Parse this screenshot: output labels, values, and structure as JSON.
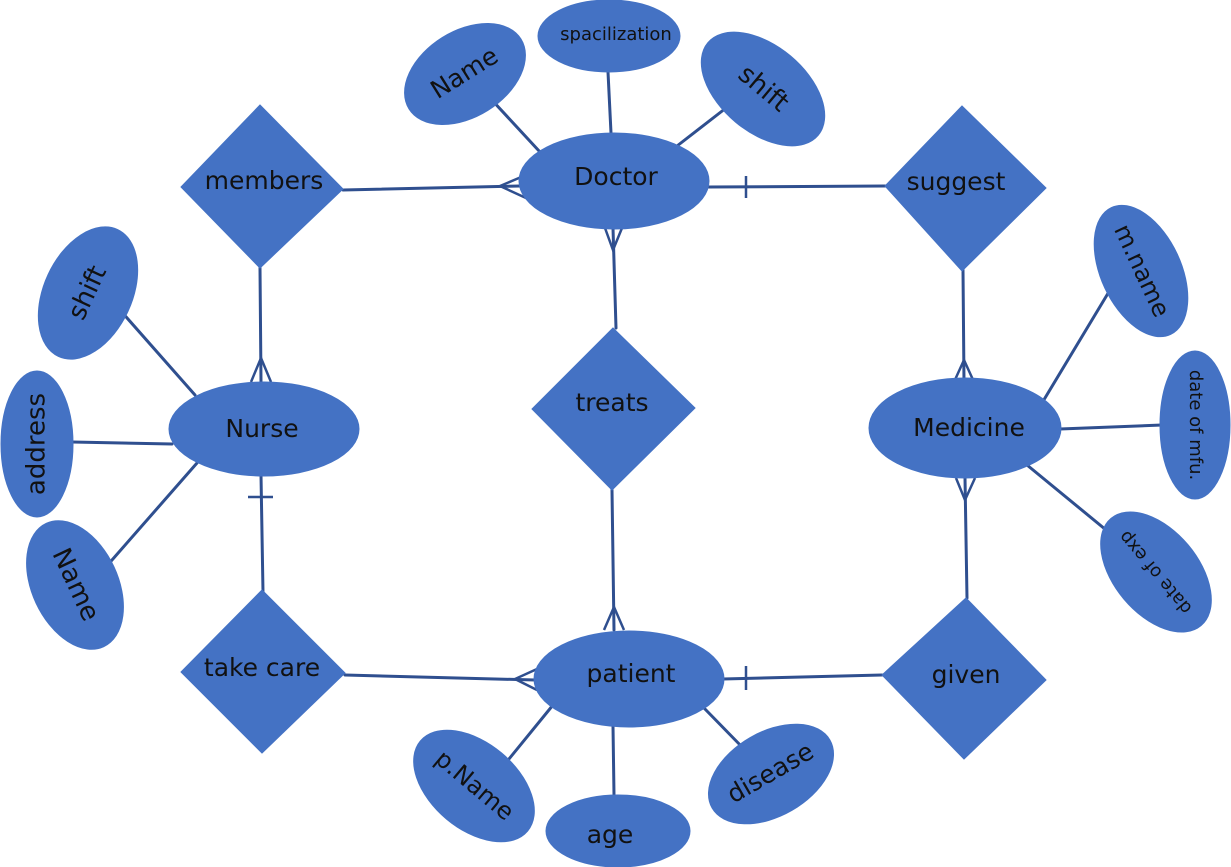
{
  "entities": {
    "doctor": "Doctor",
    "nurse": "Nurse",
    "medicine": "Medicine",
    "patient": "patient"
  },
  "relationships": {
    "members": "members",
    "suggest": "suggest",
    "treats": "treats",
    "take_care": "take care",
    "given": "given"
  },
  "attributes": {
    "doctor": {
      "name": "Name",
      "specialization": "spacilization",
      "shift": "shift"
    },
    "nurse": {
      "shift": "shift",
      "address": "address",
      "name": "Name"
    },
    "medicine": {
      "mname": "m.name",
      "date_mfu": "date of mfu.",
      "date_exp": "date of exp"
    },
    "patient": {
      "pname": "p.Name",
      "age": "age",
      "disease": "disease"
    }
  },
  "colors": {
    "shape_fill": "#4472c4",
    "line": "#2f4f8f",
    "text": "#111111"
  }
}
